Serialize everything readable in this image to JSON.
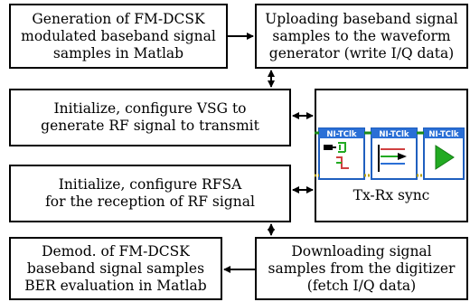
{
  "boxes": {
    "generation": "Generation of FM-DCSK\nmodulated baseband signal\nsamples in Matlab",
    "uploading": "Uploading baseband signal\nsamples to the waveform\ngenerator (write I/Q data)",
    "init_vsg": "Initialize, configure VSG to\ngenerate RF signal to transmit",
    "init_rfsa": "Initialize, configure RFSA\nfor the reception of RF signal",
    "demod": "Demod. of FM-DCSK\nbaseband signal samples\nBER evaluation in Matlab",
    "downloading": "Downloading signal\nsamples from the digitizer\n(fetch I/Q data)",
    "sync": "Tx-Rx sync"
  },
  "ni_blocks": [
    "NI-TClk",
    "NI-TClk",
    "NI-TClk"
  ],
  "icons": [
    "configure-icon",
    "initiate-icon",
    "start-icon"
  ],
  "colors": {
    "ni_blue": "#1f5fbf",
    "ni_bar": "#2a6fd6",
    "arrow_green": "#22aa22",
    "wire_green": "#1a8a1a"
  }
}
